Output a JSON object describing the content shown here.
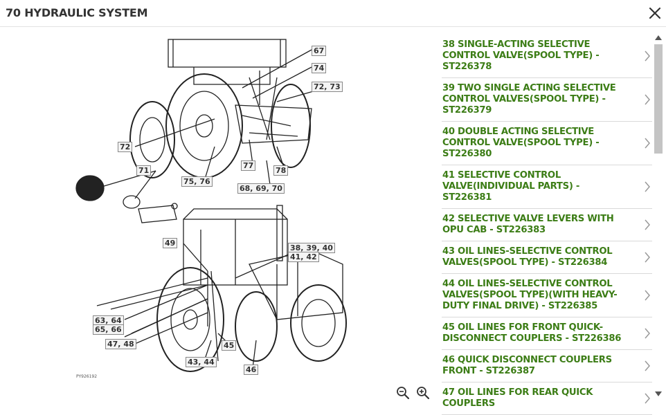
{
  "header": {
    "title": "70 HYDRAULIC SYSTEM"
  },
  "diagram": {
    "figure_code": "PY926192",
    "callouts": [
      "67",
      "74",
      "72, 73",
      "72",
      "77",
      "78",
      "75, 76",
      "68, 69, 70",
      "71",
      "49",
      "38, 39, 40",
      "41, 42",
      "63, 64",
      "65, 66",
      "47, 48",
      "45",
      "43, 44",
      "46"
    ]
  },
  "icons": {
    "close": "close-icon",
    "zoom_out": "zoom-out-icon",
    "zoom_in": "zoom-in-icon",
    "chevron": "chevron-right-icon"
  },
  "parts_list": [
    {
      "label": "38 SINGLE-ACTING SELECTIVE CONTROL VALVE(SPOOL TYPE) - ST226378"
    },
    {
      "label": "39 TWO SINGLE ACTING SELECTIVE CONTROL VALVES(SPOOL TYPE) - ST226379"
    },
    {
      "label": "40 DOUBLE ACTING SELECTIVE CONTROL VALVE(SPOOL TYPE) - ST226380"
    },
    {
      "label": "41 SELECTIVE CONTROL VALVE(INDIVIDUAL PARTS) - ST226381"
    },
    {
      "label": "42 SELECTIVE VALVE LEVERS WITH OPU CAB - ST226383"
    },
    {
      "label": "43 OIL LINES-SELECTIVE CONTROL VALVES(SPOOL TYPE) - ST226384"
    },
    {
      "label": "44 OIL LINES-SELECTIVE CONTROL VALVES(SPOOL TYPE)(WITH HEAVY-DUTY FINAL DRIVE) - ST226385"
    },
    {
      "label": "45 OIL LINES FOR FRONT QUICK-DISCONNECT COUPLERS - ST226386"
    },
    {
      "label": "46 QUICK DISCONNECT COUPLERS FRONT - ST226387"
    },
    {
      "label": "47 OIL LINES FOR REAR QUICK COUPLERS"
    }
  ],
  "colors": {
    "link": "#3c7d16",
    "divider": "#d9d9d9",
    "scroll_thumb": "#c4c4c4"
  }
}
